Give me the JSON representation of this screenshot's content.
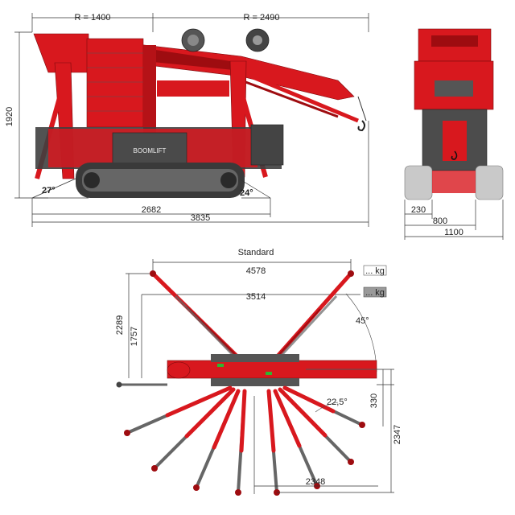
{
  "colors": {
    "crane_red": "#d8181e",
    "dark_red": "#9e0c10",
    "track_dark": "#3a3a3a",
    "body_grey": "#5c5c5c",
    "line": "#333333"
  },
  "side_view": {
    "dim_top_left": "R = 1400",
    "dim_top_right": "R = 2490",
    "dim_height": "1920",
    "angle_left": "27°",
    "angle_right": "24°",
    "dim_base": "2682",
    "dim_total": "3835",
    "brand_label": "BOOMLIFT"
  },
  "front_view": {
    "dim_track": "230",
    "dim_inner": "800",
    "dim_outer": "1100"
  },
  "top_view": {
    "mode_label": "Standard",
    "dim_span_outer": "4578",
    "dim_span_inner": "3514",
    "dim_reach_outer": "2289",
    "dim_reach_inner": "1757",
    "angle_outrigger": "45°",
    "angle_step": "22,5°",
    "dim_offset": "330",
    "dim_side_reach": "2347",
    "dim_rear_reach": "2348",
    "kg_label_1": "... kg",
    "kg_label_2": "... kg"
  }
}
